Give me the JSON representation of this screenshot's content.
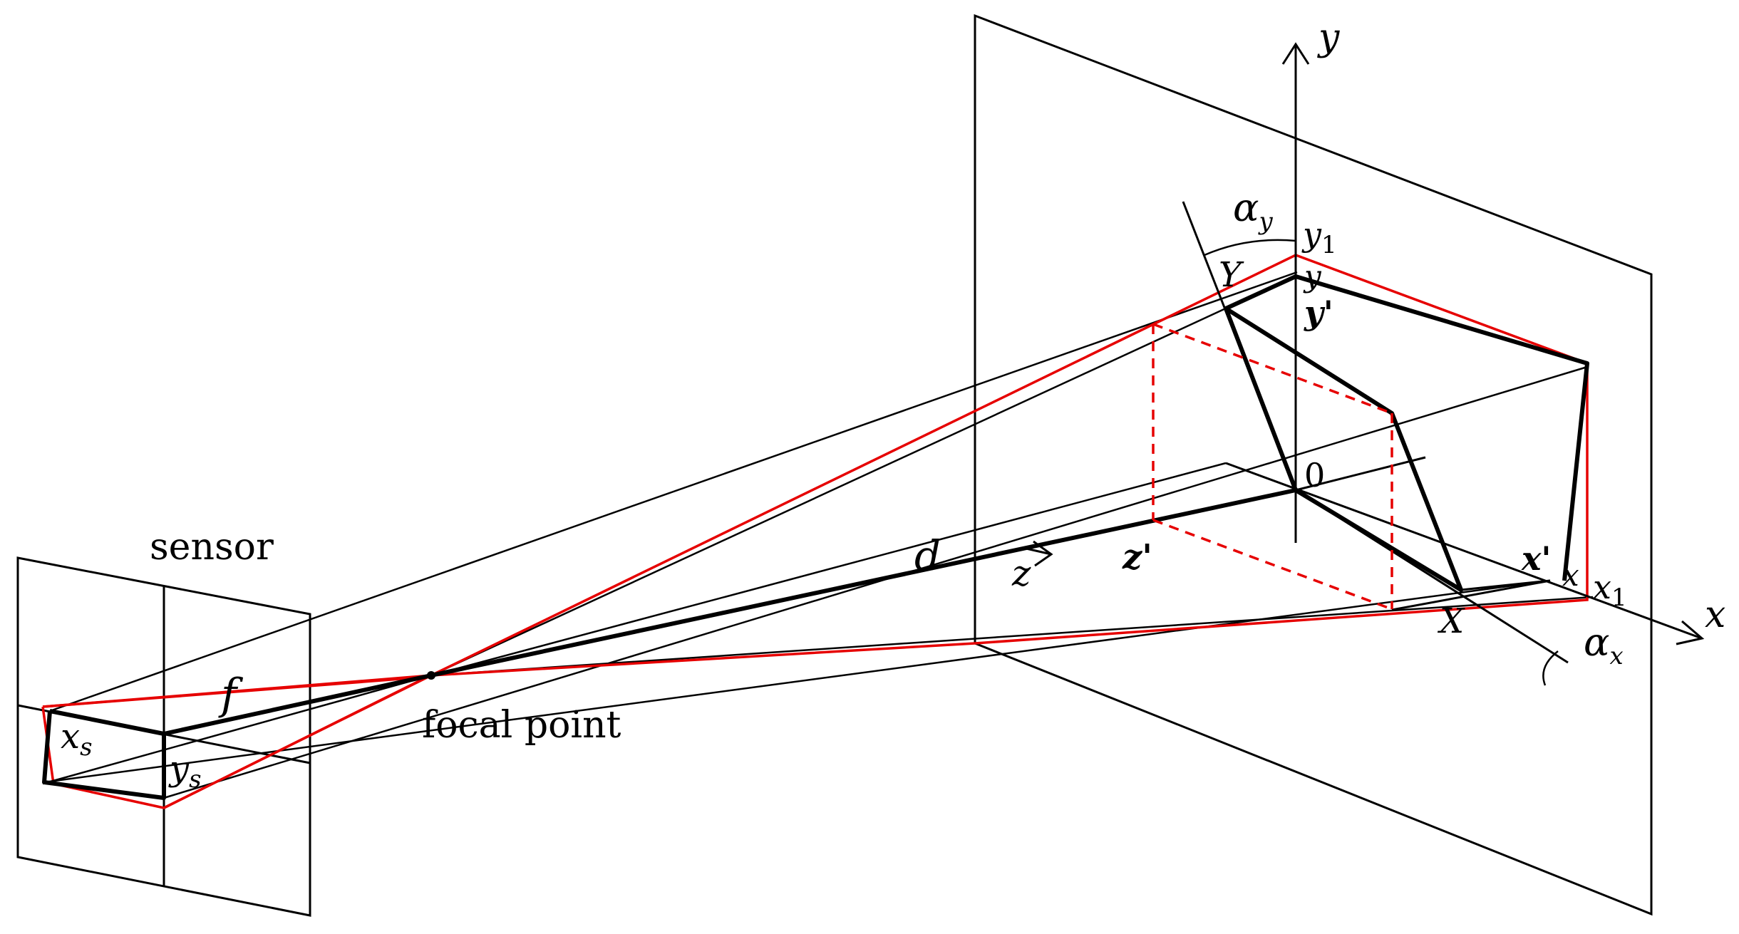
{
  "colors": {
    "ink": "#000000",
    "accent": "#e60000",
    "background": "#ffffff"
  },
  "labels": {
    "sensor": "sensor",
    "focal_point": "focal point",
    "f": "f",
    "d": "d",
    "z": "z",
    "z_prime": "z'",
    "x_axis": "x",
    "y_axis": "y",
    "origin": "0",
    "X": "X",
    "Y": "Y",
    "x_prime": "x'",
    "y_prime": "y'",
    "x_small": "x",
    "y_small": "y",
    "x1_base": "x",
    "x1_sub": "1",
    "y1_base": "y",
    "y1_sub": "1",
    "alpha_x_base": "α",
    "alpha_x_sub": "x",
    "alpha_y_base": "α",
    "alpha_y_sub": "y",
    "xs_base": "x",
    "xs_sub": "s",
    "ys_base": "y",
    "ys_sub": "s"
  }
}
